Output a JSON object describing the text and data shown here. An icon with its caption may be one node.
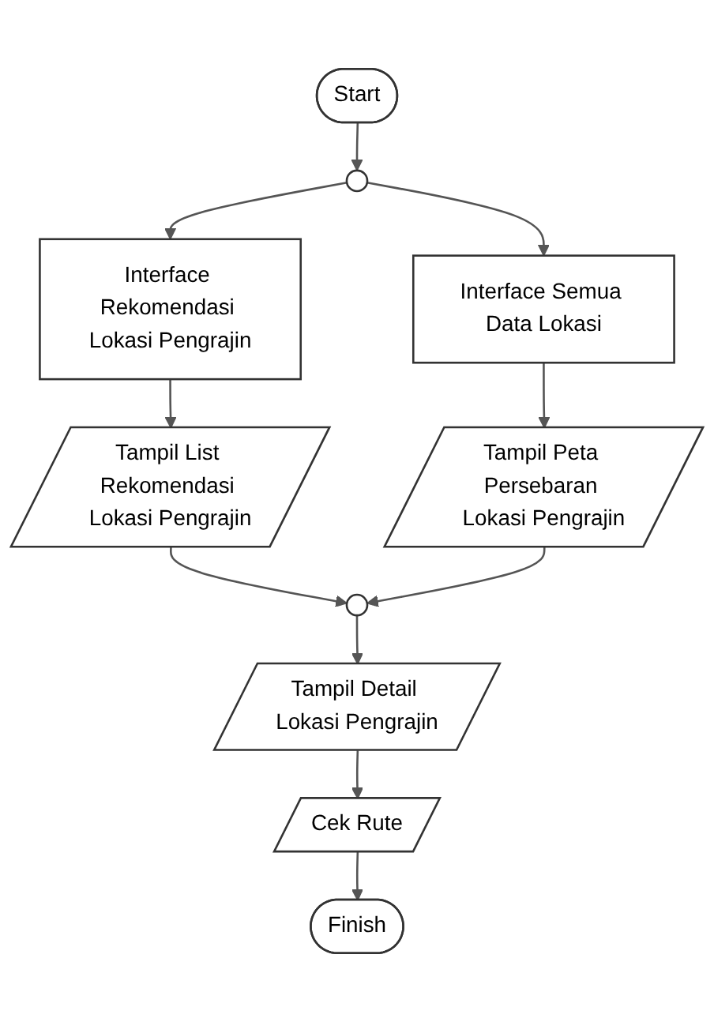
{
  "diagram": {
    "nodes": [
      {
        "text": [
          "Start"
        ]
      },
      {
        "text": [],
        "shape": "circle"
      },
      {
        "text": [
          "Interface Rekomendasi Lokasi Pengrajin"
        ]
      },
      {
        "text": [
          "Interface Semua Data Lokasi"
        ]
      },
      {
        "text": [
          "Tampil List Rekomendasi Lokasi Pengrajin"
        ]
      },
      {
        "text": [
          "Tampil Peta Persebaran Lokasi Pengrajin"
        ]
      },
      {
        "text": [],
        "shape": "circle"
      },
      {
        "text": [
          "Tampil Detail Lokasi Pengrajin"
        ]
      },
      {
        "text": [
          "Cek Rute"
        ]
      },
      {
        "text": [
          "Finish"
        ]
      }
    ],
    "edges": [
      {
        "from": 0,
        "to": 1,
        "arrow": "to"
      },
      {
        "from": 1,
        "to": 2,
        "arrow": "to"
      },
      {
        "from": 1,
        "to": 3,
        "arrow": "to"
      },
      {
        "from": 2,
        "to": 4,
        "arrow": "to"
      },
      {
        "from": 3,
        "to": 5,
        "arrow": "to"
      },
      {
        "from": 4,
        "to": 6,
        "arrow": "to"
      },
      {
        "from": 5,
        "to": 6,
        "arrow": "to"
      },
      {
        "from": 6,
        "to": 7,
        "arrow": "to"
      },
      {
        "from": 7,
        "to": 8,
        "arrow": "to"
      },
      {
        "from": 8,
        "to": 9,
        "arrow": "to"
      }
    ]
  }
}
